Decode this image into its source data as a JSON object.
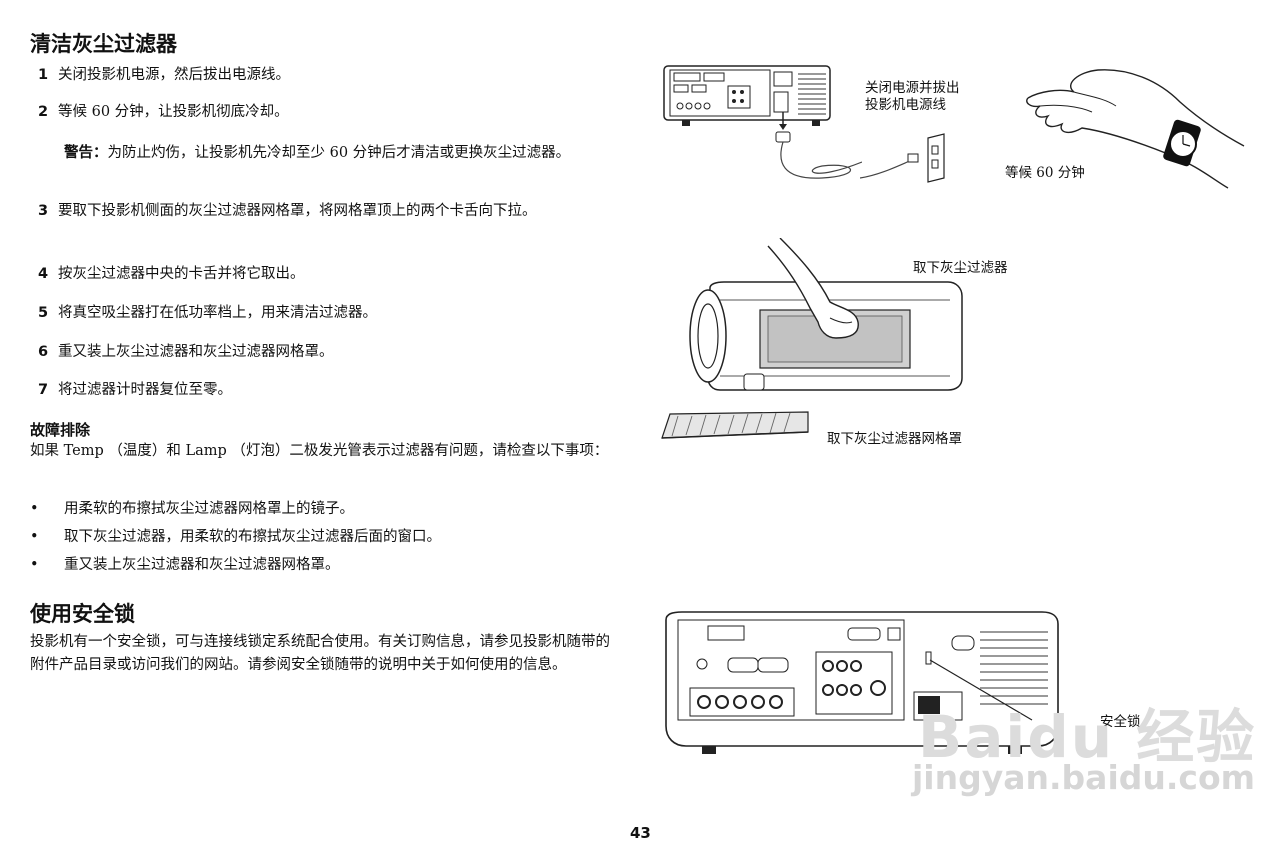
{
  "section1": {
    "title": "清洁灰尘过滤器",
    "steps": [
      {
        "num": "1",
        "text": "关闭投影机电源，然后拔出电源线。"
      },
      {
        "num": "2",
        "text": "等候 60 分钟，让投影机彻底冷却。"
      },
      {
        "num": "3",
        "text": "要取下投影机侧面的灰尘过滤器网格罩，将网格罩顶上的两个卡舌向下拉。"
      },
      {
        "num": "4",
        "text": "按灰尘过滤器中央的卡舌并将它取出。"
      },
      {
        "num": "5",
        "text": "将真空吸尘器打在低功率档上，用来清洁过滤器。"
      },
      {
        "num": "6",
        "text": "重又装上灰尘过滤器和灰尘过滤器网格罩。"
      },
      {
        "num": "7",
        "text": "将过滤器计时器复位至零。"
      }
    ],
    "warning_label": "警告：",
    "warning_text": "为防止灼伤，让投影机先冷却至少 60 分钟后才清洁或更换灰尘过滤器。"
  },
  "troubleshooting": {
    "title": "故障排除",
    "intro": "如果 Temp （温度）和 Lamp （灯泡）二极发光管表示过滤器有问题，请检查以下事项：",
    "bullet_symbol": "•",
    "bullets": [
      "用柔软的布擦拭灰尘过滤器网格罩上的镜子。",
      "取下灰尘过滤器，用柔软的布擦拭灰尘过滤器后面的窗口。",
      "重又装上灰尘过滤器和灰尘过滤器网格罩。"
    ]
  },
  "section2": {
    "title": "使用安全锁",
    "text": "投影机有一个安全锁，可与连接线锁定系统配合使用。有关订购信息，请参见投影机随带的附件产品目录或访问我们的网站。请参阅安全锁随带的说明中关于如何使用的信息。"
  },
  "figures": {
    "unplug_caption_line1": "关闭电源并拔出",
    "unplug_caption_line2": "投影机电源线",
    "wait_caption": "等候 60 分钟",
    "remove_filter_caption": "取下灰尘过滤器",
    "remove_grille_caption": "取下灰尘过滤器网格罩",
    "lock_caption": "安全锁"
  },
  "page_number": "43",
  "watermark": {
    "logo": "Baidu 经验",
    "url": "jingyan.baidu.com"
  }
}
